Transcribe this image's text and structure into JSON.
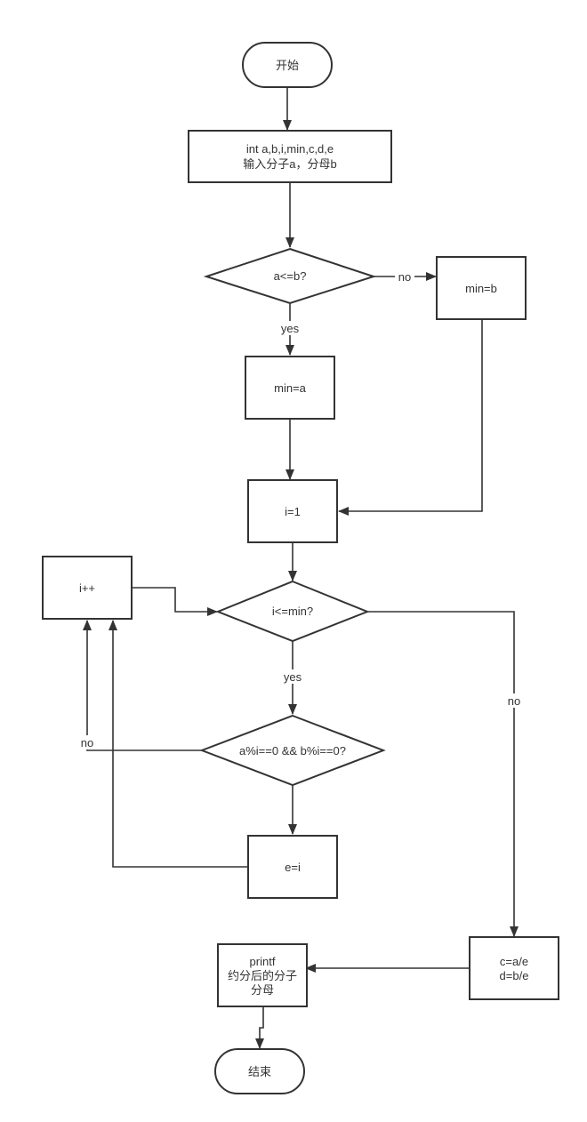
{
  "nodes": [
    {
      "id": "start",
      "lines": [
        "开始"
      ]
    },
    {
      "id": "init",
      "lines": [
        "int a,b,i,min,c,d,e",
        "输入分子a，分母b"
      ]
    },
    {
      "id": "cmp_ab",
      "lines": [
        "a<=b?"
      ]
    },
    {
      "id": "min_b",
      "lines": [
        "min=b"
      ]
    },
    {
      "id": "min_a",
      "lines": [
        "min=a"
      ]
    },
    {
      "id": "i_one",
      "lines": [
        "i=1"
      ]
    },
    {
      "id": "i_inc",
      "lines": [
        "i++"
      ]
    },
    {
      "id": "cmp_i",
      "lines": [
        "i<=min?"
      ]
    },
    {
      "id": "cmp_mod",
      "lines": [
        "a%i==0 && b%i==0?"
      ]
    },
    {
      "id": "e_eq_i",
      "lines": [
        "e=i"
      ]
    },
    {
      "id": "compute",
      "lines": [
        "c=a/e",
        "d=b/e"
      ]
    },
    {
      "id": "print",
      "lines": [
        "printf",
        "约分后的分子",
        "分母"
      ]
    },
    {
      "id": "end",
      "lines": [
        "结束"
      ]
    }
  ],
  "edge_labels": {
    "no_ab": "no",
    "yes_ab": "yes",
    "yes_i": "yes",
    "no_i": "no",
    "no_mod": "no"
  }
}
